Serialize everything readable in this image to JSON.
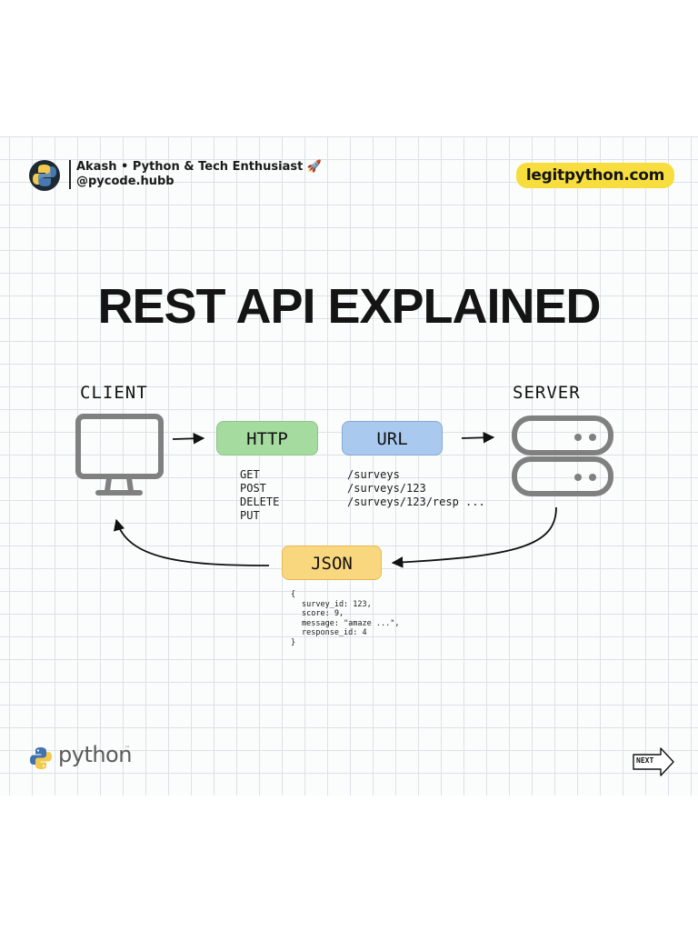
{
  "header": {
    "author_name": "Akash • Python & Tech Enthusiast 🚀",
    "author_handle": "@pycode.hubb",
    "site": "legitpython.com"
  },
  "title": "REST API EXPLAINED",
  "diagram": {
    "client_label": "CLIENT",
    "server_label": "SERVER",
    "http_label": "HTTP",
    "url_label": "URL",
    "json_label": "JSON",
    "methods": [
      "GET",
      "POST",
      "DELETE",
      "PUT"
    ],
    "endpoints": [
      "/surveys",
      "/surveys/123",
      "/surveys/123/resp ..."
    ],
    "payload": {
      "open": "{",
      "fields": [
        "survey_id: 123,",
        "score: 9,",
        "message: \"amaze ...\",",
        "response_id: 4"
      ],
      "close": "}"
    }
  },
  "footer": {
    "python_word": "python",
    "trademark": "™",
    "next_label": "NEXT"
  },
  "colors": {
    "http": "#a6dba0",
    "url": "#a9c9ef",
    "json": "#f9d77e",
    "site_badge": "#f7de3e",
    "icon_gray": "#808080"
  }
}
